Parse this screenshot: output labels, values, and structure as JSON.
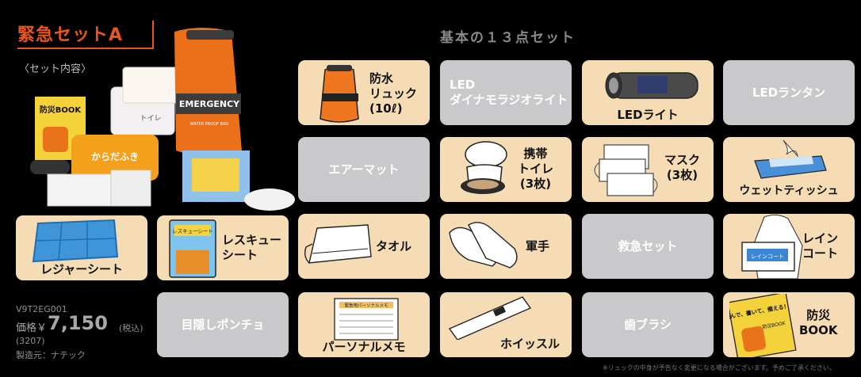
{
  "set_title": "緊急セットA",
  "set_contents_label": "〈セット内容〉",
  "heading": "基本の１３点セット",
  "items": {
    "backpack": "防水\nリュック\n(10ℓ)",
    "led_radio_light": "LED\nダイナモラジオライト",
    "led_light": "LEDライト",
    "led_lantern": "LEDランタン",
    "air_mat": "エアーマット",
    "portable_toilet": "携帯\nトイレ\n(3枚)",
    "mask": "マスク\n(3枚)",
    "wet_tissue": "ウェットティッシュ",
    "leisure_sheet": "レジャーシート",
    "rescue_sheet": "レスキュー\nシート",
    "towel": "タオル",
    "work_gloves": "軍手",
    "first_aid": "救急セット",
    "raincoat": "レイン\nコート",
    "blind_poncho": "目隠しポンチョ",
    "personal_memo": "パーソナルメモ",
    "whistle": "ホイッスル",
    "toothbrush": "歯ブラシ",
    "disaster_book": "防災\nBOOK"
  },
  "product": {
    "code": "V9T2EG001",
    "price_label": "価格￥",
    "price": "7,150",
    "tax": "(税込)",
    "sub_code": "(3207)",
    "maker": "製造元：ナテック"
  },
  "footnote": "※リュックの中身が予告なく変更になる場合がございます。予めご了承ください。",
  "colors": {
    "accent": "#e8561e",
    "tile_peach": "#f6dcb4",
    "tile_gray": "#c9c9cb"
  },
  "illustration_text": {
    "bag_brand": "EMERGENCY",
    "bag_sub": "WATER PROOF BAG",
    "book_cover": "防災BOOK",
    "wipes": "からだふき",
    "toilet_label": "トイレ",
    "raincoat_tag": "レインコート",
    "rescue_tag": "レスキューシート",
    "memo_title": "緊急用パーソナルメモ",
    "book_slogan": "読んで、書いて、備える！",
    "book_label": "防災BOOK"
  }
}
